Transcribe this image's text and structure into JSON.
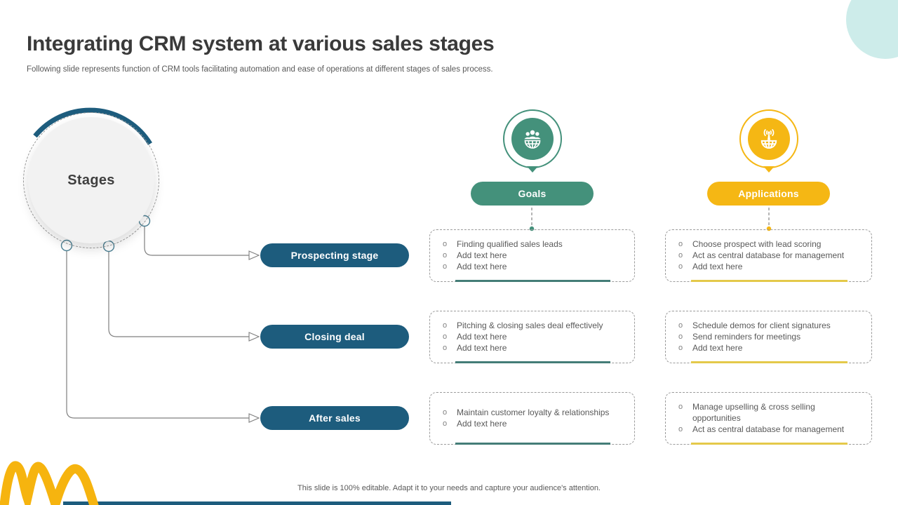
{
  "slide": {
    "title": "Integrating CRM system at various sales stages",
    "subtitle": "Following slide represents function of CRM tools facilitating automation and ease of operations at different stages of sales process.",
    "footer": "This slide is 100% editable. Adapt it to your needs and capture your audience's attention.",
    "hub_label": "Stages"
  },
  "columns": {
    "goals": {
      "label": "Goals",
      "icon": "customers-globe-icon"
    },
    "applications": {
      "label": "Applications",
      "icon": "broadcast-globe-icon"
    }
  },
  "stages": [
    {
      "label": "Prospecting stage",
      "goals": [
        "Finding qualified sales leads",
        "Add text here",
        "Add text here"
      ],
      "applications": [
        "Choose prospect with lead scoring",
        "Act as central database for management",
        "Add text here"
      ]
    },
    {
      "label": "Closing deal",
      "goals": [
        "Pitching & closing sales deal effectively",
        "Add text here",
        "Add text here"
      ],
      "applications": [
        "Schedule demos for client signatures",
        "Send reminders for meetings",
        "Add text here"
      ]
    },
    {
      "label": "After sales",
      "goals": [
        "Maintain customer loyalty & relationships",
        "Add text here"
      ],
      "applications": [
        "Manage upselling & cross selling opportunities",
        "Act as central database for management"
      ]
    }
  ],
  "colors": {
    "dark_teal": "#1d5c7d",
    "green": "#44917b",
    "yellow": "#f5b714",
    "green_underline": "#447d77",
    "yellow_underline": "#e4c94a",
    "light_teal": "#cdecea",
    "text_gray": "#595959",
    "title_gray": "#3a3a3a",
    "line_gray": "#7f7f7f"
  },
  "bullet_marker": "o"
}
